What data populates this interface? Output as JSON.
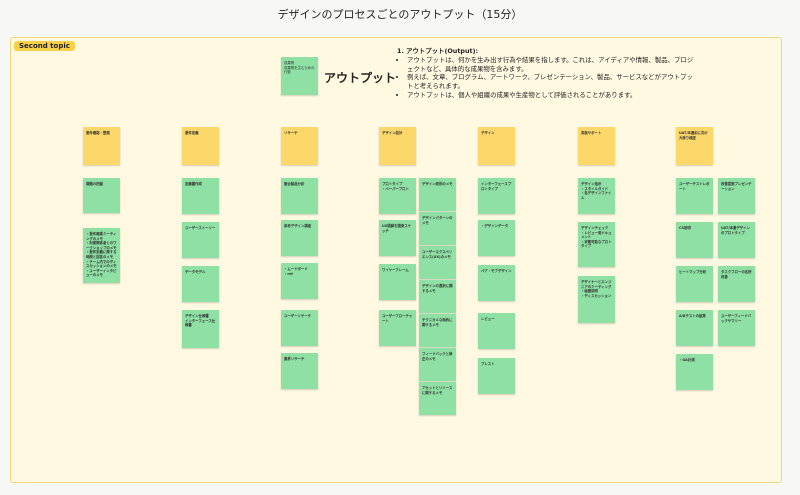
{
  "board": {
    "title": "デザインのプロセスごとのアウトプット（15分）"
  },
  "section": {
    "label": "Second topic"
  },
  "output_sticky": {
    "text": "成果物\n成果物を生むための行動",
    "meta": ""
  },
  "output_heading": "アウトプット",
  "output_desc": {
    "heading": "1. アウトプット(Output):",
    "bullets": [
      "アウトプットは、何かを生み出す行為や結果を指します。これは、アイディアや情報、製品、プロジェクトなど、具体的な成果物を含みます。",
      "例えば、文章、プログラム、アートワーク、プレゼンテーション、製品、サービスなどがアウトプットと考えられます。",
      "アウトプットは、個人や組織の成果や生産物として評価されることがあります。"
    ]
  },
  "columns": [
    {
      "header": "要件確認・整理",
      "notes": [
        "課題の把握",
        "・要件確認ミーティングのメモ\n・利害関係者とのワークショップのメモ\n・要件定義に関する時間と回答のメモ\n・チーム内でのディスカッションのメモ\n・ユーザーインタビューのメモ"
      ]
    },
    {
      "header": "要件定義",
      "notes": [
        "定義書作成",
        "ユーザーストーリー",
        "データモデル",
        "デザイン仕様書\nインターフェース仕様書"
      ]
    },
    {
      "header": "リサーチ",
      "notes": [
        "競合製品分析",
        "参考デザイン調査",
        "・ムードボード\n・ref",
        "ユーザーリサーチ",
        "業界リサーチ"
      ]
    },
    {
      "header": "デザイン設計",
      "notes": [
        "プロトタイプ\n・ペーパープロト",
        "UX図解を図案スケッチ",
        "ワイヤーフレーム",
        "ユーザーフローチャート"
      ]
    },
    {
      "header": "",
      "notes": [
        "デザイン原則のメモ",
        "デザインパターンのメモ",
        "ユーザーエクスペリエンス(UX)のメモ",
        "デザインの選択に関するメモ",
        "テクニカルな制約に関するメモ",
        "フィードバックと修正のメモ",
        "アセットとリソースに関するメモ"
      ]
    },
    {
      "header": "デザイン",
      "notes": [
        "インターフェースプロトタイプ",
        "・デザインデータ",
        "ペア・モブデザイン",
        "レビュー",
        "プレスト"
      ]
    },
    {
      "header": "実装サポート",
      "notes": [
        "デザイン指示\n・スタイルガイド\n・各デザインファイル",
        "デザインチェック\n・レビュー用ドキュメント\n・状態可能なプロトタイプ",
        "デザイナーとエンジニアのミーティング\n・画面説明\n・ディスカッション"
      ]
    },
    {
      "header": "UAT/本番前に向け大掛り検証",
      "notes": [
        "ユーザーテストレポート",
        "CS説明",
        "ヒートマップ分析",
        "A/Bテストの結果",
        "・GA計測"
      ]
    },
    {
      "header": "",
      "notes": [
        "改善提案プレゼンテーション",
        "UAT/本番デザインのプロトタイプ",
        "タスクフローの各所改善",
        "ユーザーフィードバックサマリー"
      ]
    }
  ],
  "colors": {
    "section_bg": "#fff9e1",
    "yellow": "#fcd769",
    "green": "#8ee0a4",
    "label": "#f8d149"
  }
}
